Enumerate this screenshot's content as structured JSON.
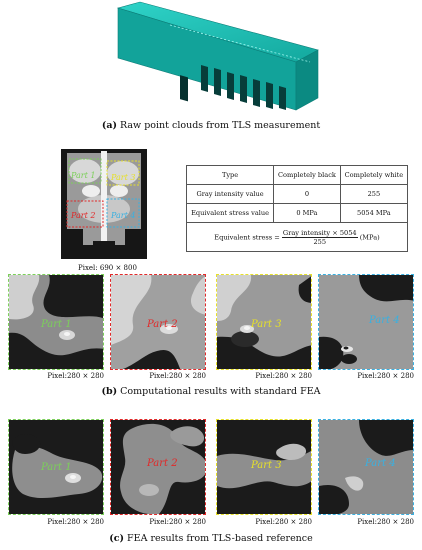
{
  "captions": {
    "a": {
      "tag": "(a)",
      "text": "Raw point clouds from TLS measurement"
    },
    "b": {
      "tag": "(b)",
      "text": "Computational results with standard FEA"
    },
    "c": {
      "tag": "(c)",
      "text": "FEA results from TLS-based reference"
    }
  },
  "overview": {
    "pixel_label": "Pixel: 690 × 800",
    "labels": [
      "Part 1",
      "Part 2",
      "Part 3",
      "Part 4"
    ]
  },
  "table": {
    "header": [
      "Type",
      "Completely black",
      "Completely white"
    ],
    "rows": [
      [
        "Gray intensity value",
        "0",
        "255"
      ],
      [
        "Equivalent stress value",
        "0 MPa",
        "5054 MPa"
      ]
    ],
    "formula": {
      "lhs": "Equivalent stress =",
      "numerator": "Gray intensity × 5054",
      "denominator": "255",
      "unit": "(MPa)"
    }
  },
  "row_b": {
    "panels": [
      {
        "label": "Part 1",
        "pixel": "Pixel:280 × 280"
      },
      {
        "label": "Part 2",
        "pixel": "Pixel:280 × 280"
      },
      {
        "label": "Part 3",
        "pixel": "Pixel:280 × 280"
      },
      {
        "label": "Part 4",
        "pixel": "Pixel:280 × 280"
      }
    ]
  },
  "row_c": {
    "panels": [
      {
        "label": "Part 1",
        "pixel": "Pixel:280 × 280"
      },
      {
        "label": "Part 2",
        "pixel": "Pixel:280 × 280"
      },
      {
        "label": "Part 3",
        "pixel": "Pixel:280 × 280"
      },
      {
        "label": "Part 4",
        "pixel": "Pixel:280 × 280"
      }
    ]
  },
  "colors": {
    "part1": "#7ccf5a",
    "part2": "#e02a2a",
    "part3": "#e6e02a",
    "part4": "#3ab0e0",
    "model": "#16b8b0"
  }
}
